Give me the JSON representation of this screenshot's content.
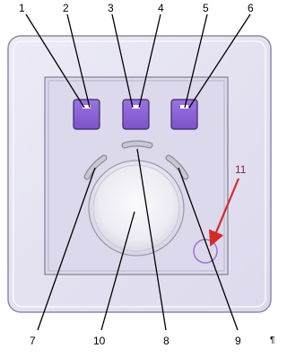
{
  "callouts": {
    "c1": "1",
    "c2": "2",
    "c3": "3",
    "c4": "4",
    "c5": "5",
    "c6": "6",
    "c7": "7",
    "c8": "8",
    "c9": "9",
    "c10": "10",
    "c11": "11"
  },
  "paragraph_mark": "¶",
  "colors": {
    "plate": "#e6e3f2",
    "plate_edge": "#8f8aa3",
    "inner_panel": "#d9d6ea",
    "button_fill": "#8a63d6",
    "button_edge": "#3b2a66",
    "led": "#ffffff",
    "knob": "#f3f2f8",
    "indicator": "#b9b7c4",
    "leader": "#000000",
    "arrow": "#d42b2b",
    "highlight_circle": "#a070d8"
  }
}
